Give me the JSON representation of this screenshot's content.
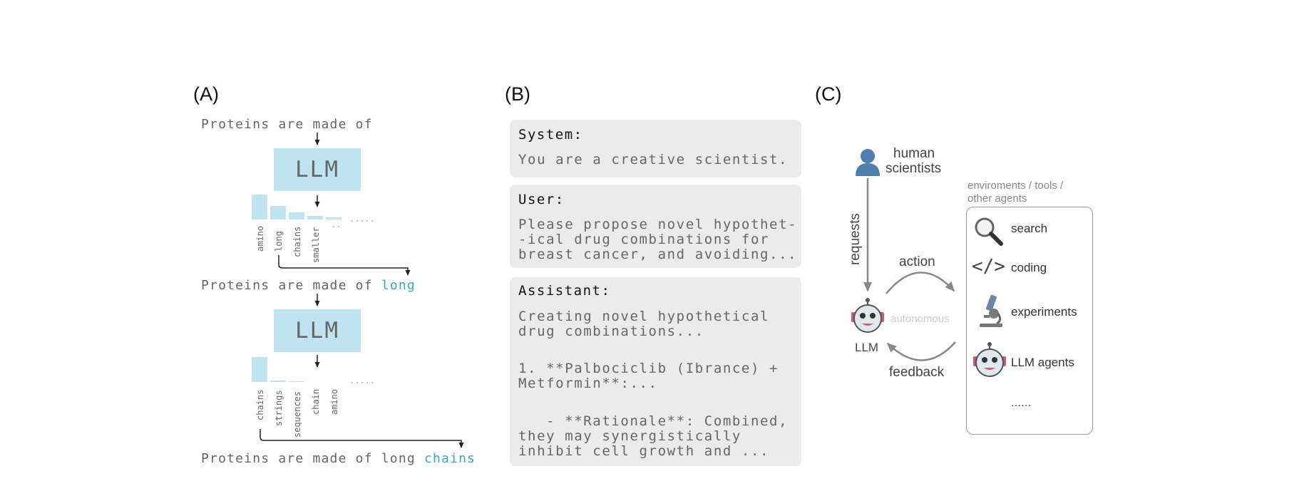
{
  "panels": {
    "a_label": "(A)",
    "b_label": "(B)",
    "c_label": "(C)"
  },
  "panel_a": {
    "prompt1": "Proteins are made of",
    "llm_label": "LLM",
    "step1_tokens": [
      "amino",
      "long",
      "chains",
      "smaller",
      ".."
    ],
    "step1_trailing": ".....",
    "prompt2_prefix": "Proteins are made of",
    "prompt2_highlight": "long",
    "step2_tokens": [
      "chains",
      "strings",
      "sequences",
      "chain",
      "amino"
    ],
    "step2_trailing": ".....",
    "prompt3_prefix": "Proteins are made of long",
    "prompt3_highlight": "chains",
    "highlight_color": "#3aa6c2",
    "bar_color": "#bfe3f0"
  },
  "panel_b": {
    "system_role": "System:",
    "system_lines": [
      "You are a creative scientist."
    ],
    "user_role": "User:",
    "user_lines": [
      "Please propose novel hypothet-",
      "-ical drug combinations for",
      "breast cancer, and avoiding..."
    ],
    "assistant_role": "Assistant:",
    "assistant_lines": [
      "Creating novel hypothetical",
      "drug combinations...",
      "",
      "1. **Palbociclib (Ibrance) +",
      "Metformin**:...",
      "",
      "",
      "   - **Rationale**: Combined,",
      "they may synergistically",
      "inhibit cell growth and ..."
    ]
  },
  "panel_c": {
    "human_line1": "human",
    "human_line2": "scientists",
    "requests": "requests",
    "action": "action",
    "feedback": "feedback",
    "autonomous": "autonomous",
    "llm": "LLM",
    "env_line1": "enviroments / tools /",
    "env_line2": "other agents",
    "tools": [
      {
        "label": "search",
        "icon": "magnifier-icon"
      },
      {
        "label": "coding",
        "icon": "code-icon"
      },
      {
        "label": "experiments",
        "icon": "microscope-icon"
      },
      {
        "label": "LLM agents",
        "icon": "robot-icon"
      }
    ],
    "more": "......",
    "code_glyph": "</>"
  }
}
